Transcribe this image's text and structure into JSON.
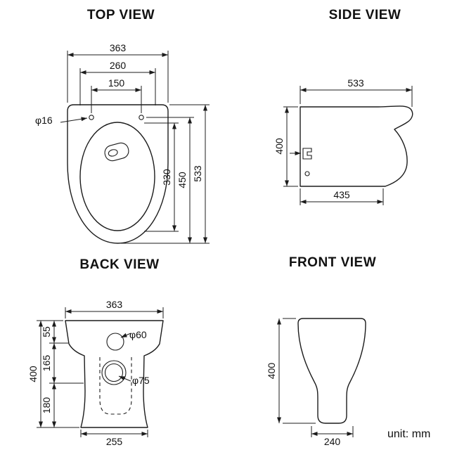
{
  "titles": {
    "top": "TOP VIEW",
    "side": "SIDE VIEW",
    "back": "BACK VIEW",
    "front": "FRONT VIEW"
  },
  "unit_label": "unit: mm",
  "top_view": {
    "width_overall": "363",
    "seat_width": "260",
    "hinge_spacing": "150",
    "hinge_hole_dia": "φ16",
    "bowl_length": "330",
    "seat_depth": "450",
    "depth_overall": "533"
  },
  "side_view": {
    "depth_top": "533",
    "height": "400",
    "base_depth": "435"
  },
  "back_view": {
    "width_overall": "363",
    "top_section": "55",
    "mid_section": "165",
    "bottom_section": "180",
    "height": "400",
    "base_width": "255",
    "inlet_dia": "φ60",
    "outlet_dia": "φ75"
  },
  "front_view": {
    "height": "400",
    "base_width": "240"
  }
}
